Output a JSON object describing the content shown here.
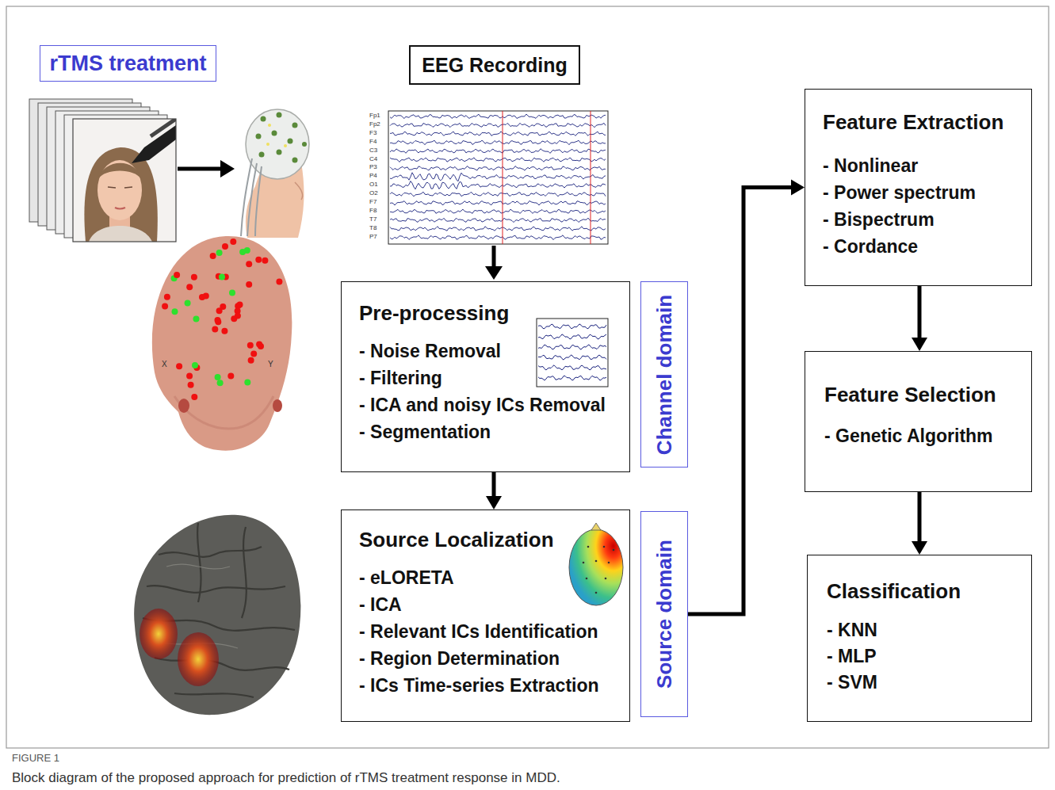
{
  "diagram": {
    "caption": "Block diagram of the proposed approach for prediction of rTMS treatment response in MDD.",
    "nodes": [
      {
        "text": [
          "rTMS treatment"
        ]
      },
      {
        "text": [
          "EEG Recording"
        ]
      },
      {
        "text": [
          "Pre-processing",
          "- Noise Removal",
          "- Filtering",
          "- ICA and noisy ICs Removal",
          "- Segmentation"
        ]
      },
      {
        "text": [
          "Channel domain"
        ]
      },
      {
        "text": [
          "Source Localization",
          "- eLORETA",
          "- ICA",
          "- Relevant ICs Identification",
          "- Region Determination",
          "- ICs Time-series Extraction"
        ]
      },
      {
        "text": [
          "Source domain"
        ]
      },
      {
        "text": [
          "Feature Extraction",
          "- Nonlinear",
          "- Power spectrum",
          "- Bispectrum",
          "- Cordance"
        ]
      },
      {
        "text": [
          "Feature Selection",
          "- Genetic Algorithm"
        ]
      },
      {
        "text": [
          "Classification",
          "- KNN",
          "- MLP",
          "- SVM"
        ]
      }
    ],
    "edges": [
      {
        "from": 2,
        "to": 4,
        "arrow": "to"
      },
      {
        "from": 5,
        "to": 6,
        "arrow": "to"
      },
      {
        "from": 6,
        "to": 7,
        "arrow": "to"
      },
      {
        "from": 7,
        "to": 8,
        "arrow": "to"
      }
    ],
    "labels": [
      "Fp1",
      "Fp2",
      "F3",
      "F4",
      "C3",
      "C4",
      "P3",
      "P4",
      "O1",
      "O2",
      "F7",
      "F8",
      "T7",
      "T8",
      "P7",
      "X",
      "Y",
      "FIGURE 1"
    ]
  }
}
